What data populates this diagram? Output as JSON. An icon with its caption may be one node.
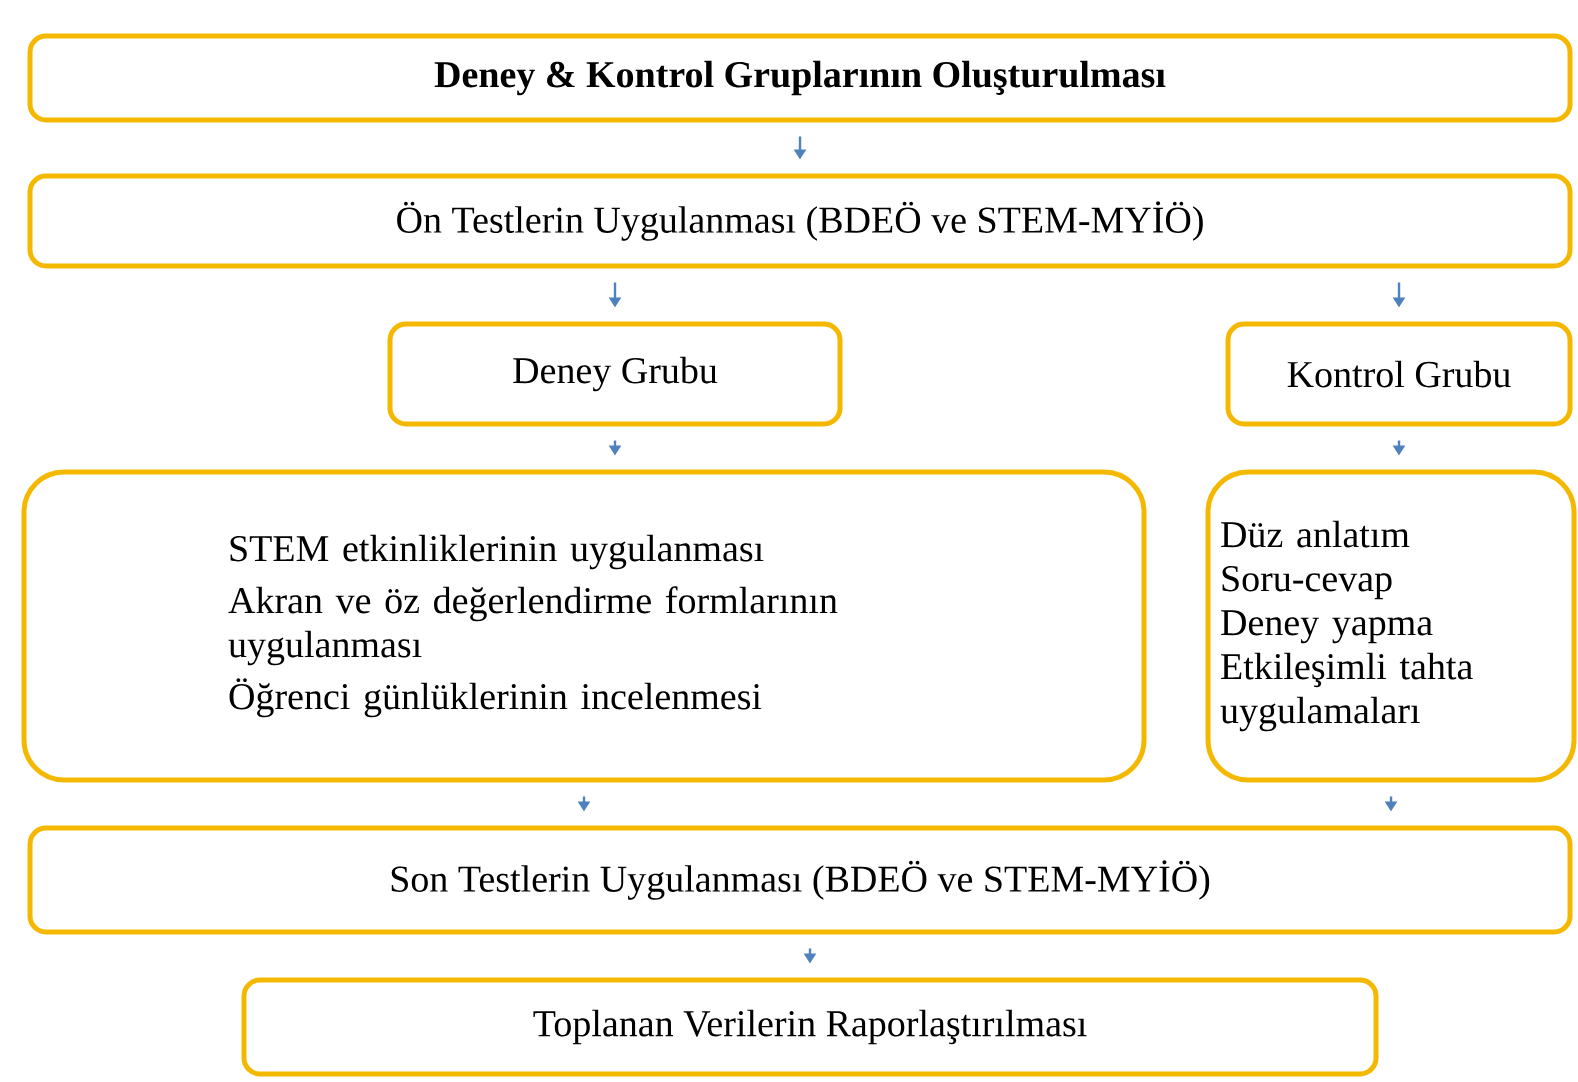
{
  "diagram": {
    "nodes": [
      {
        "text": [
          "Deney & Kontrol Gruplarının Oluşturulması"
        ]
      },
      {
        "text": [
          "Ön Testlerin Uygulanması (BDEÖ ve STEM-MYİÖ)"
        ]
      },
      {
        "text": [
          "Deney Grubu"
        ]
      },
      {
        "text": [
          "Kontrol Grubu"
        ]
      },
      {
        "text": [
          "STEM etkinliklerinin uygulanması",
          "Akran ve öz değerlendirme formlarının uygulanması",
          "Öğrenci günlüklerinin incelenmesi"
        ]
      },
      {
        "text": [
          "Düz anlatım",
          "Soru-cevap",
          "Deney yapma",
          "Etkileşimli tahta uygulamaları"
        ]
      },
      {
        "text": [
          "Son Testlerin Uygulanması (BDEÖ ve STEM-MYİÖ)"
        ]
      },
      {
        "text": [
          "Toplanan Verilerin Raporlaştırılması"
        ]
      }
    ],
    "edges": [
      {
        "from": 0,
        "to": 1,
        "arrow": "to"
      },
      {
        "from": 1,
        "to": 2,
        "arrow": "to"
      },
      {
        "from": 1,
        "to": 3,
        "arrow": "to"
      },
      {
        "from": 2,
        "to": 4,
        "arrow": "to"
      },
      {
        "from": 3,
        "to": 5,
        "arrow": "to"
      },
      {
        "from": 4,
        "to": 6,
        "arrow": "to"
      },
      {
        "from": 5,
        "to": 6,
        "arrow": "to"
      },
      {
        "from": 6,
        "to": 7,
        "arrow": "to"
      }
    ]
  }
}
